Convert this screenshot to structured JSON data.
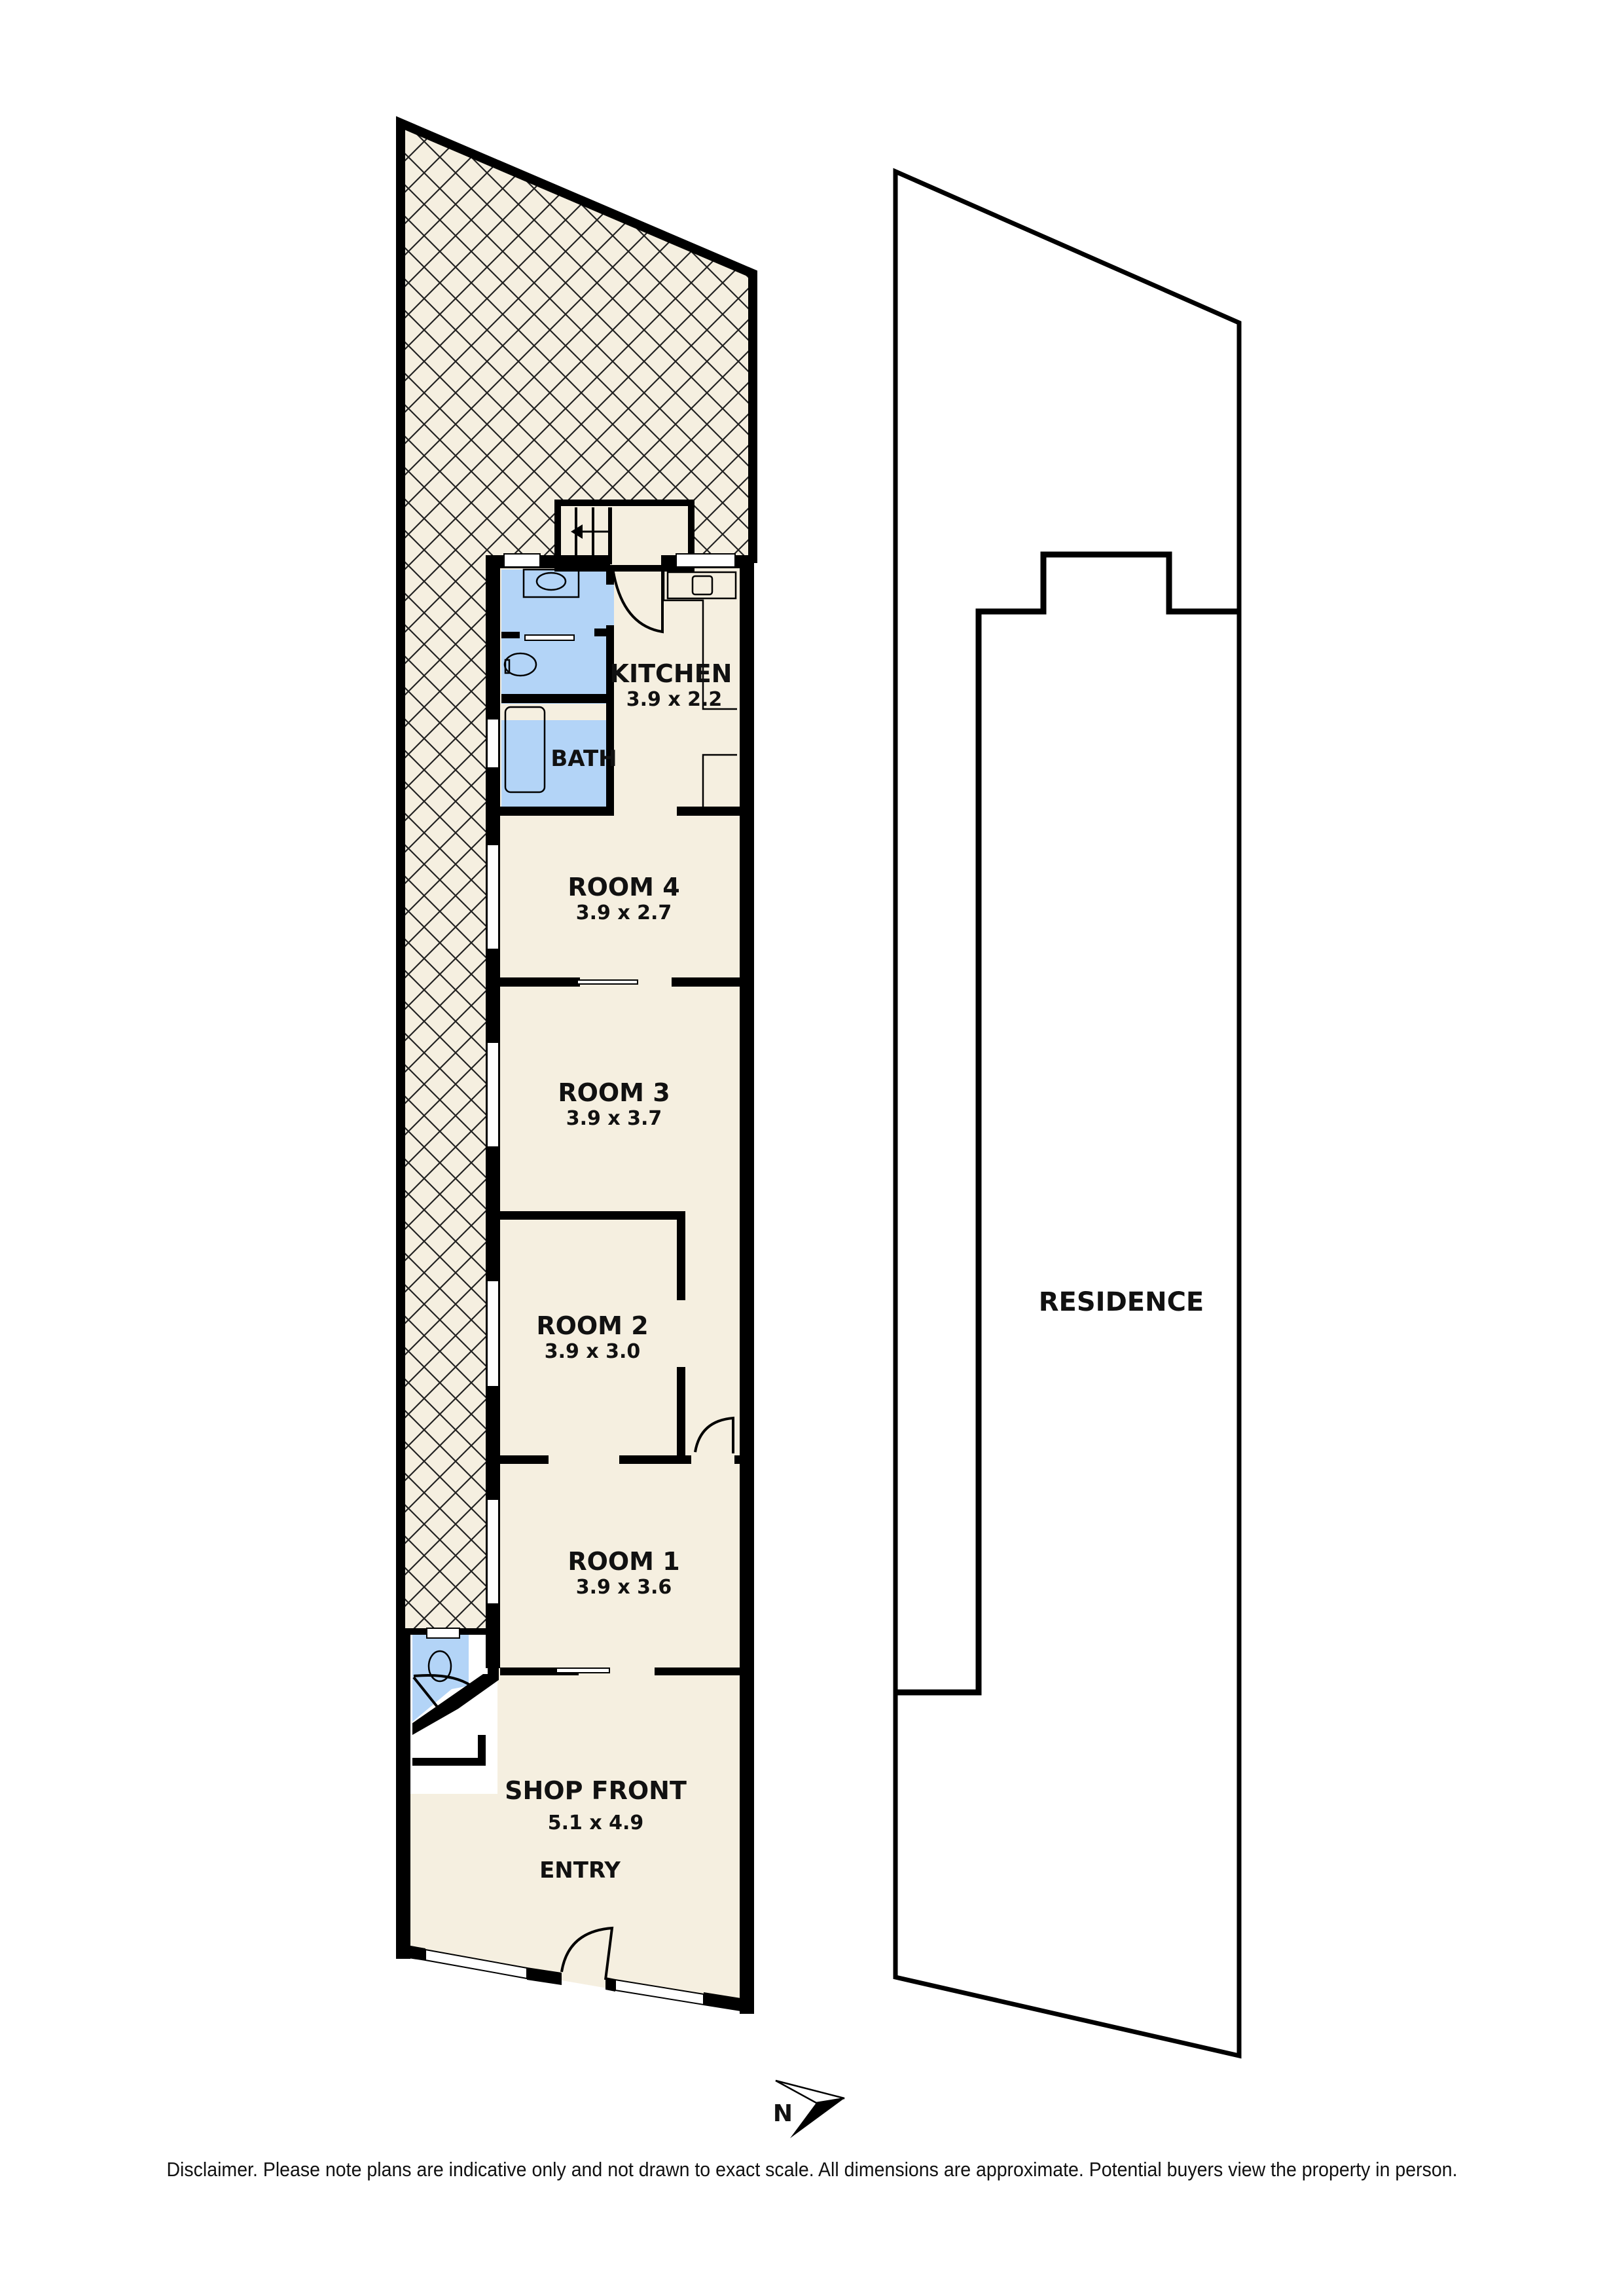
{
  "plan": {
    "colors": {
      "floor": "#f5efe0",
      "wet_area": "#b3d4f7",
      "wall": "#000000",
      "hatch_line": "#222222",
      "background": "#ffffff"
    },
    "rooms": [
      {
        "id": "kitchen",
        "name": "KITCHEN",
        "dimensions": "3.9 x 2.2"
      },
      {
        "id": "bath",
        "name": "BATH",
        "dimensions": ""
      },
      {
        "id": "room4",
        "name": "ROOM 4",
        "dimensions": "3.9 x 2.7"
      },
      {
        "id": "room3",
        "name": "ROOM 3",
        "dimensions": "3.9 x 3.7"
      },
      {
        "id": "room2",
        "name": "ROOM 2",
        "dimensions": "3.9 x 3.0"
      },
      {
        "id": "room1",
        "name": "ROOM 1",
        "dimensions": "3.9 x 3.6"
      },
      {
        "id": "shop_front",
        "name": "SHOP FRONT",
        "dimensions": "5.1 x 4.9"
      },
      {
        "id": "entry",
        "name": "ENTRY",
        "dimensions": ""
      }
    ],
    "neighbour": {
      "name": "RESIDENCE"
    },
    "compass": {
      "label": "N",
      "icon": "north-arrow-icon"
    }
  },
  "footer": {
    "disclaimer": "Disclaimer. Please note plans are indicative only and not drawn to exact scale. All dimensions are approximate. Potential buyers view the property in person."
  }
}
